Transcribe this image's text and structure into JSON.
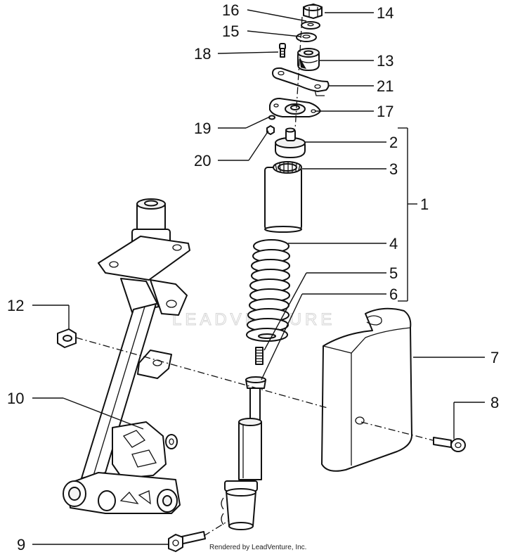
{
  "labels": {
    "l1": "1",
    "l2": "2",
    "l3": "3",
    "l4": "4",
    "l5": "5",
    "l6": "6",
    "l7": "7",
    "l8": "8",
    "l9": "9",
    "l10": "10",
    "l12": "12",
    "l13": "13",
    "l14": "14",
    "l15": "15",
    "l16": "16",
    "l17": "17",
    "l18": "18",
    "l19": "19",
    "l20": "20",
    "l21": "21"
  },
  "credit": "Rendered by LeadVenture, Inc.",
  "watermark": "LEADVENTURE"
}
